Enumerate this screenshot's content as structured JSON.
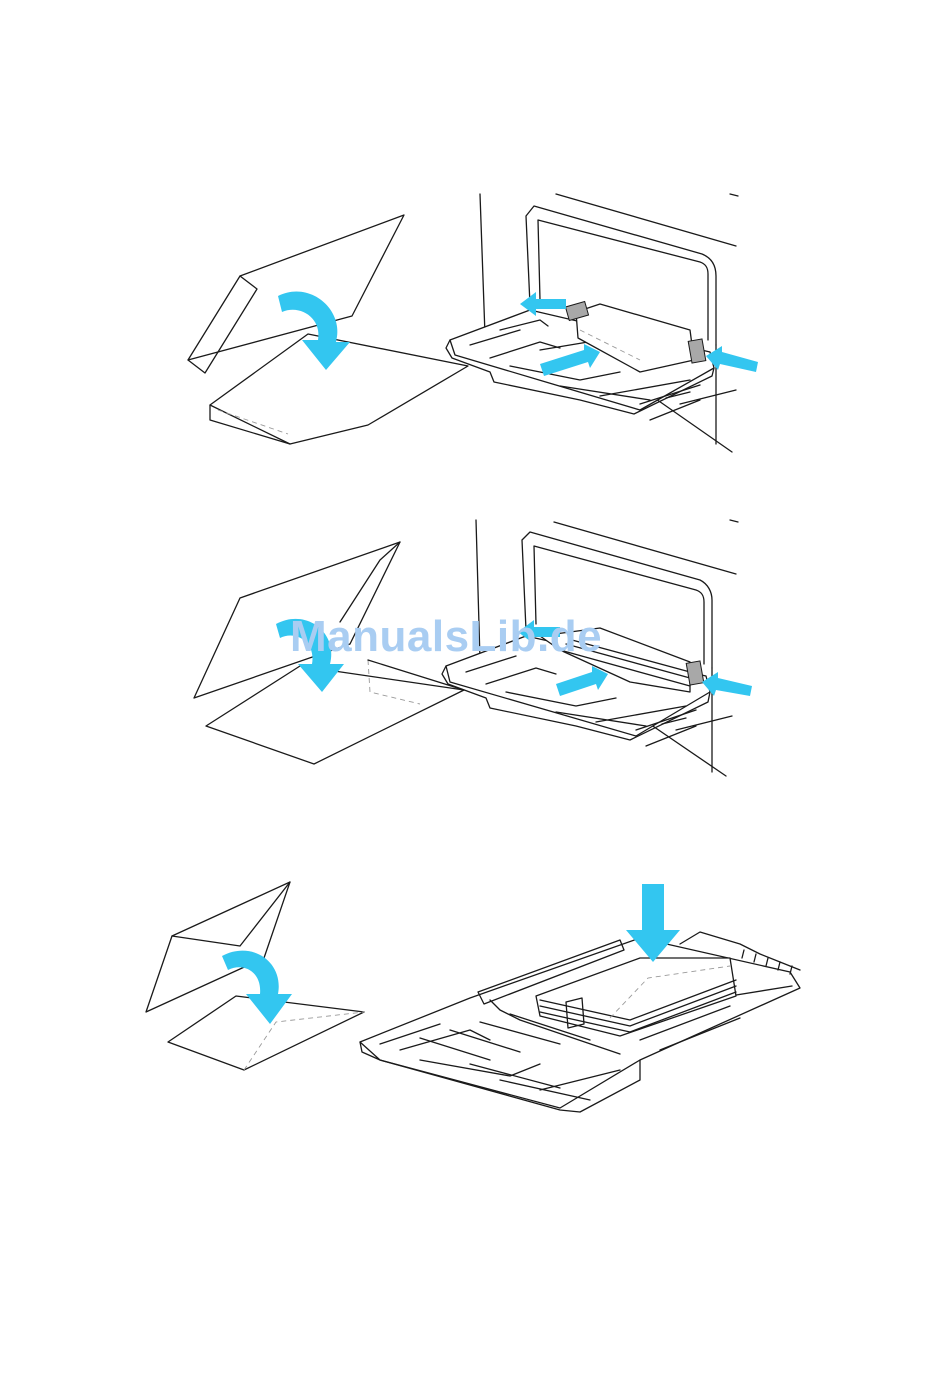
{
  "document": {
    "watermark": "ManualsLib.de"
  },
  "colors": {
    "arrow": "#33c6f0",
    "watermark": "#a9cdf2",
    "line": "#1a1a1a"
  },
  "illustrations": [
    {
      "id": "fig-1",
      "icons": [
        "envelope-flap-fold-icon",
        "bypass-tray-load-icon"
      ]
    },
    {
      "id": "fig-2",
      "icons": [
        "envelope-flap-fold-icon",
        "bypass-tray-load-icon"
      ]
    },
    {
      "id": "fig-3",
      "icons": [
        "envelope-flap-fold-icon",
        "paper-tray-load-icon"
      ]
    }
  ]
}
